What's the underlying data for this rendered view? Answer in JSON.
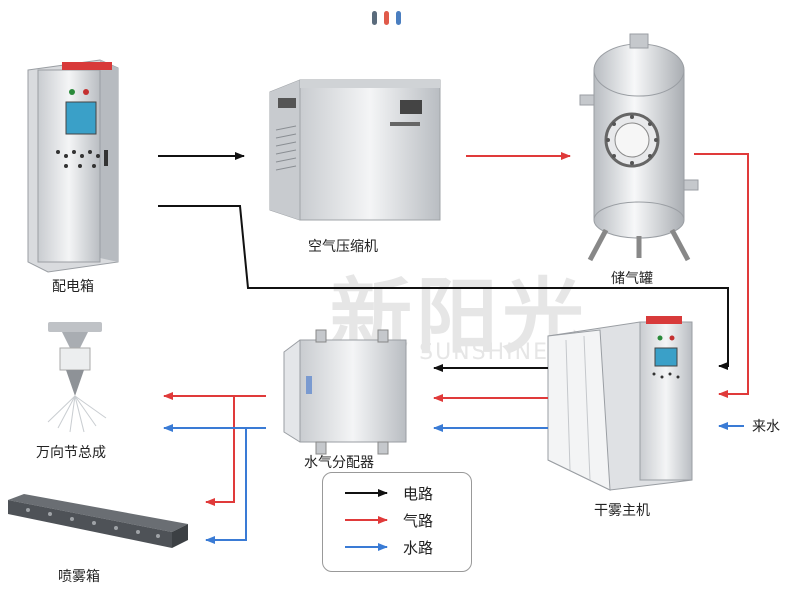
{
  "watermark": {
    "brand_cn": "新阳光",
    "brand_en": "NEW SUNSHINE"
  },
  "components": {
    "electrical_cabinet": "配电箱",
    "air_compressor": "空气压缩机",
    "air_tank": "储气罐",
    "dry_fog_host": "干雾主机",
    "water_air_distributor": "水气分配器",
    "universal_joint_assembly": "万向节总成",
    "spray_box": "喷雾箱",
    "water_inlet": "来水"
  },
  "legend": [
    {
      "label": "电路",
      "color": "#111111"
    },
    {
      "label": "气路",
      "color": "#e03a3a"
    },
    {
      "label": "水路",
      "color": "#3a7bd5"
    }
  ],
  "colors": {
    "electric": "#111111",
    "air": "#e03a3a",
    "water": "#3a7bd5"
  }
}
